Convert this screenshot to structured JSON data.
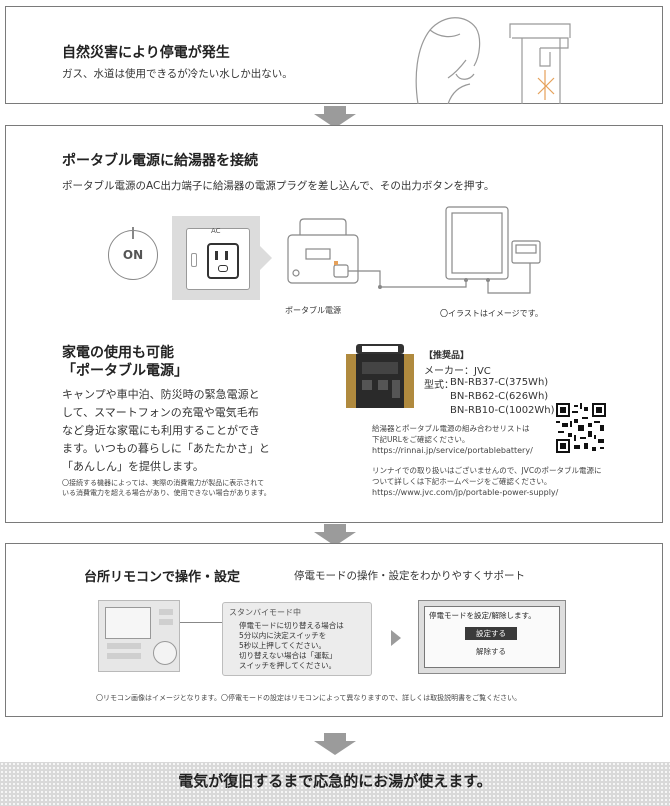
{
  "section1": {
    "title": "自然災害により停電が発生",
    "desc": "ガス、水道は使用できるが冷たい水しか出ない。"
  },
  "section2": {
    "title": "ポータブル電源に給湯器を接続",
    "desc": "ポータブル電源のAC出力端子に給湯器の電源プラグを差し込んで、その出力ボタンを押す。",
    "on_button": "ON",
    "ac_label": "AC",
    "portable_label": "ポータブル電源",
    "illust_note": "〇イラストはイメージです。",
    "appliance_title_1": "家電の使用も可能",
    "appliance_title_2": "「ポータブル電源」",
    "appliance_body": [
      "キャンプや車中泊、防災時の緊急電源と",
      "して、スマートフォンの充電や電気毛布",
      "など身近な家電にも利用することができ",
      "ます。いつもの暮らしに「あたたかさ」と",
      "「あんしん」を提供します。"
    ],
    "appliance_note": [
      "〇接続する機器によっては、実際の消費電力が製品に表示されて",
      "いる消費電力を超える場合があり、使用できない場合があります。"
    ],
    "rec_title": "【推奨品】",
    "rec_maker": "メーカー：JVC",
    "rec_model_label": "型式：",
    "rec_models": [
      "BN-RB37-C(375Wh)",
      "BN-RB62-C(626Wh)",
      "BN-RB10-C(1002Wh)"
    ],
    "rec_list_note": [
      "給湯器とポータブル電源の組み合わせリストは",
      "下記URLをご確認ください。"
    ],
    "rec_url1": "https://rinnai.jp/service/portablebattery/",
    "rec_jvc_note": [
      "リンナイでの取り扱いはございませんので、JVCのポータブル電源に",
      "ついて詳しくは下記ホームページをご確認ください。"
    ],
    "rec_url2": "https://www.jvc.com/jp/portable-power-supply/"
  },
  "section3": {
    "title": "台所リモコンで操作・設定",
    "subtitle": "停電モードの操作・設定をわかりやすくサポート",
    "standby_title": "スタンバイモード中",
    "standby_lines": [
      "停電モードに切り替える場合は",
      "5分以内に決定スイッチを",
      "5秒以上押してください。",
      "切り替えない場合は「運転」",
      "スイッチを押してください。"
    ],
    "screen_title": "停電モードを設定/解除します。",
    "screen_set": "設定する",
    "screen_cancel": "解除する",
    "note": "〇リモコン画像はイメージとなります。〇停電モードの設定はリモコンによって異なりますので、詳しくは取扱説明書をご覧ください。"
  },
  "footer": {
    "banner": "電気が復旧するまで応急的にお湯が使えます。"
  }
}
